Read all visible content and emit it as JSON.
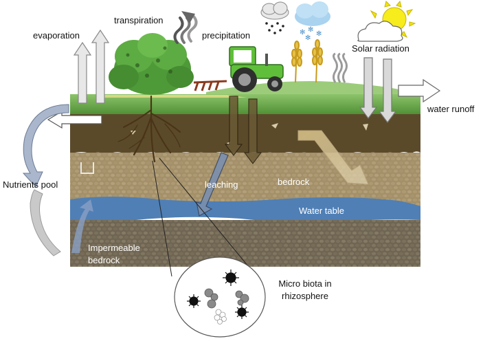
{
  "labels": {
    "evaporation": "evaporation",
    "transpiration": "transpiration",
    "precipitation": "precipitation",
    "solar_radiation": "Solar radiation",
    "water_runoff": "water runoff",
    "nutrients_pool": "Nutrients pool",
    "leaching": "leaching",
    "bedrock": "bedrock",
    "water_table": "Water table",
    "impermeable_bedrock": "Impermeable bedrock",
    "micro_biota": "Micro biota in rhizosphere"
  },
  "icons": [
    "cloud-rain-icon",
    "cloud-snow-icon",
    "sun-cloud-icon",
    "tractor-icon",
    "shrub-icon",
    "wheat-icon",
    "heat-wave-icon",
    "tree-root-icon",
    "microbe-icon"
  ],
  "colors": {
    "grass": "#6aa84f",
    "topsoil": "#5b4a2a",
    "bedrock": "#9c8a63",
    "water_table": "#4f7fb5",
    "impermeable": "#6e6552",
    "tractor": "#5fbf3a",
    "arrow": "#d9d9d9"
  }
}
